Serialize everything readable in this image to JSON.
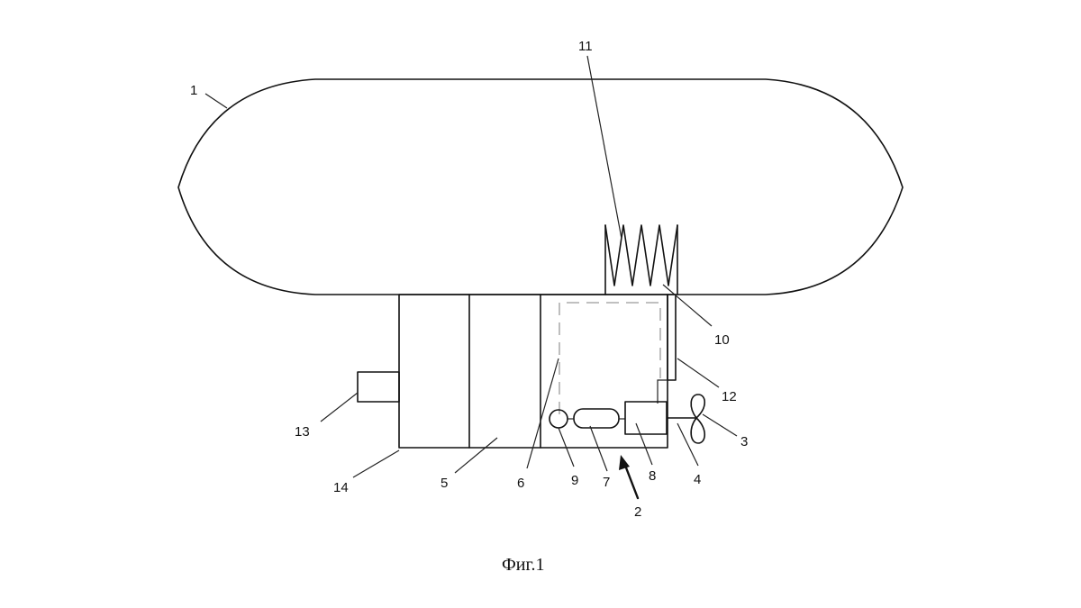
{
  "figure": {
    "caption": "Фиг.1",
    "labels": {
      "l1": "1",
      "l2": "2",
      "l3": "3",
      "l4": "4",
      "l5": "5",
      "l6": "6",
      "l7": "7",
      "l8": "8",
      "l9": "9",
      "l10": "10",
      "l11": "11",
      "l12": "12",
      "l13": "13",
      "l14": "14"
    }
  }
}
